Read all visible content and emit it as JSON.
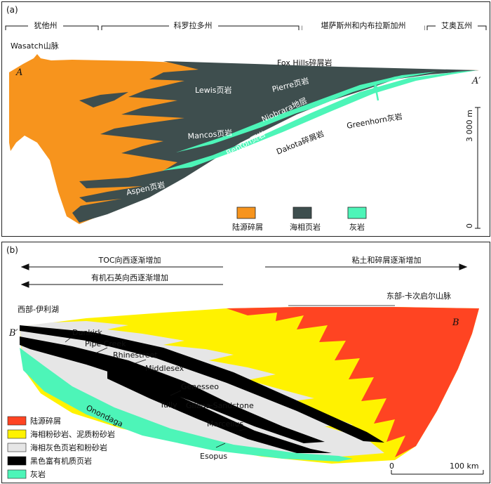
{
  "panel_a": {
    "tag": "(a)",
    "states": [
      "犹他州",
      "科罗拉多州",
      "堪萨斯州和内布拉斯加州",
      "艾奥瓦州"
    ],
    "mountain": "Wasatch山脉",
    "point_left": "A",
    "point_right": "A′",
    "units": {
      "fox_hills": "Fox Hills碎屑岩",
      "lewis": "Lewis页岩",
      "pierre": "Pierre页岩",
      "niobrara": "Niobrara地层",
      "mancos": "Mancos页岩",
      "benton": "Benton页岩",
      "greenhorn": "Greenhorn灰岩",
      "dakota": "Dakota碎屑岩",
      "aspen": "Aspen页岩"
    },
    "scale": {
      "top": "3 000 m",
      "bottom": "0"
    },
    "legend": [
      {
        "label": "陆源碎屑",
        "color": "#F7941D"
      },
      {
        "label": "海相页岩",
        "color": "#3E4E4E"
      },
      {
        "label": "灰岩",
        "color": "#4DF5B8"
      }
    ]
  },
  "panel_b": {
    "tag": "(b)",
    "arrow_left_1": "TOC向西逐渐增加",
    "arrow_left_2": "有机石英向西逐渐增加",
    "arrow_right": "粘土和碎屑逐渐增加",
    "west_label": "西部-伊利湖",
    "east_label": "东部-卡次启尔山脉",
    "point_left": "B′",
    "point_right": "B",
    "units": {
      "dunkirk": "Dunkirk",
      "pipe_creek": "Pipe Creek",
      "rhinestreet": "Rhinestreet",
      "middlesex": "Middlesex",
      "genesseo": "Genesseo",
      "tully": "Tully",
      "gilboa": "Gilboa Sandstone",
      "onondaga": "Onondaga",
      "marcellus": "Marcellus",
      "esopus": "Esopus"
    },
    "legend": [
      {
        "label": "陆源碎屑",
        "color": "#FF4422"
      },
      {
        "label": "海相粉砂岩、泥质粉砂岩",
        "color": "#FFF200"
      },
      {
        "label": "海相灰色页岩和粉砂岩",
        "color": "#E6E6E6"
      },
      {
        "label": "黑色富有机质页岩",
        "color": "#000000"
      },
      {
        "label": "灰岩",
        "color": "#4DF5B8"
      }
    ],
    "scale": {
      "left": "0",
      "right": "100 km"
    }
  }
}
